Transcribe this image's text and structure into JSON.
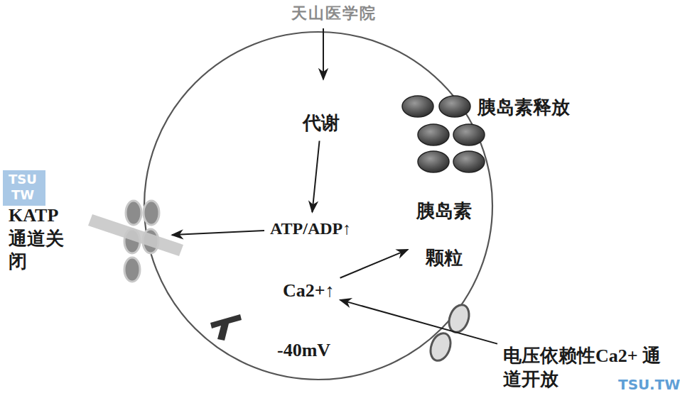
{
  "diagram": {
    "nodes": [
      {
        "text": [
          "代谢"
        ]
      },
      {
        "text": [
          "ATP/ADP↑"
        ]
      },
      {
        "text": [
          "KATP通道关闭"
        ]
      },
      {
        "text": [
          "胰岛素释放"
        ]
      },
      {
        "text": [
          "胰岛素 颗粒"
        ]
      },
      {
        "text": [
          "Ca2+↑"
        ]
      },
      {
        "text": [
          "-40mV"
        ]
      },
      {
        "text": [
          "电压依赖性Ca2+ 通道开放"
        ]
      }
    ],
    "edges": [
      {
        "from": 0,
        "to": 1,
        "arrow": "to"
      },
      {
        "from": 1,
        "to": 2,
        "arrow": "to"
      },
      {
        "from": 5,
        "to": 4,
        "arrow": "to"
      },
      {
        "from": 7,
        "to": 5,
        "arrow": "to"
      }
    ],
    "labels": [
      "天山医学院",
      "TSU",
      "TW",
      "TSU",
      ".TW"
    ]
  }
}
